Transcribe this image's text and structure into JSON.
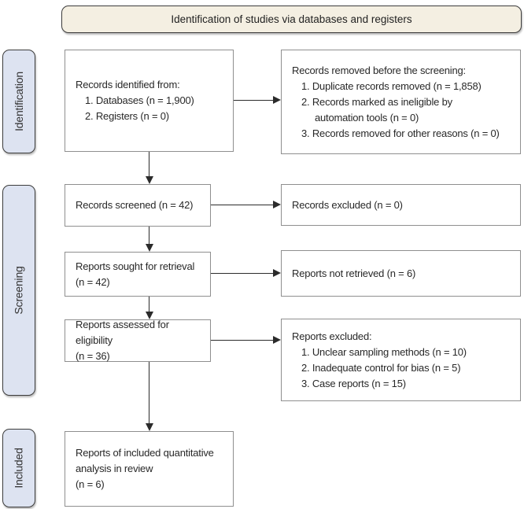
{
  "banner": {
    "title": "Identification of studies via databases and registers"
  },
  "stages": {
    "identification": "Identification",
    "screening": "Screening",
    "included": "Included"
  },
  "boxes": {
    "identified": {
      "heading": "Records identified from:",
      "items": [
        "1. Databases (n = 1,900)",
        "2. Registers (n = 0)"
      ]
    },
    "removed": {
      "heading": "Records removed before the screening:",
      "items": [
        "1. Duplicate records removed (n = 1,858)",
        "2. Records marked as ineligible by\nautomation tools (n = 0)",
        "3. Records removed for other reasons (n = 0)"
      ]
    },
    "screened": {
      "text": "Records screened (n = 42)"
    },
    "records_excluded": {
      "text": "Records excluded (n = 0)"
    },
    "sought": {
      "text": "Reports sought for retrieval\n(n = 42)"
    },
    "not_retrieved": {
      "text": "Reports not retrieved (n = 6)"
    },
    "assessed": {
      "text": "Reports assessed for eligibility\n(n = 36)"
    },
    "reports_excluded": {
      "heading": "Reports excluded:",
      "items": [
        "1. Unclear sampling methods (n = 10)",
        "2. Inadequate control for bias (n = 5)",
        "3. Case reports (n = 15)"
      ]
    },
    "included_reports": {
      "text": "Reports of included quantitative\nanalysis in review\n(n = 6)"
    }
  },
  "colors": {
    "banner_bg": "#f4efe2",
    "stage_bg": "#dde3f1",
    "rounded_border": "#3d3d3d",
    "box_border": "#8f8f8f",
    "text": "#282828",
    "arrow": "#2b2b2b"
  }
}
